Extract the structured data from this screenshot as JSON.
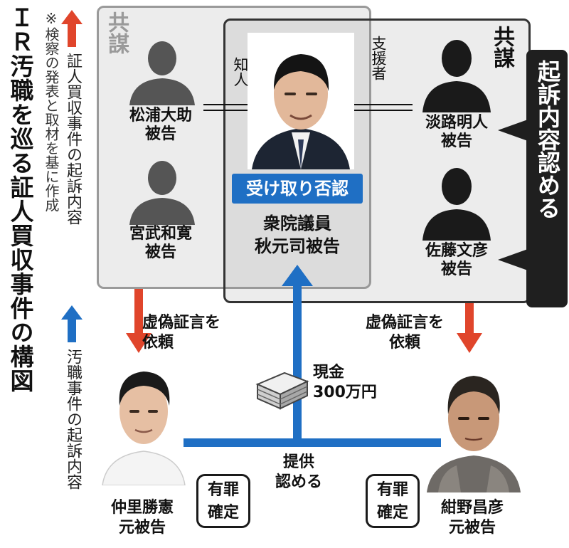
{
  "title": "ＩＲ汚職を巡る証人買収事件の構図",
  "source_note": "※検察の発表と取材を基に作成",
  "legend": {
    "red_arrow_label": "証人買収事件の起訴内容",
    "blue_arrow_label": "汚職事件の起訴内容"
  },
  "groups": {
    "left_conspiracy": "共謀",
    "right_conspiracy": "共謀"
  },
  "people": {
    "matsuura": {
      "name": "松浦大助",
      "role": "被告"
    },
    "miyatake": {
      "name": "宮武和寛",
      "role": "被告"
    },
    "akimoto": {
      "title": "衆院議員",
      "name": "秋元司被告",
      "badge": "受け取り否認"
    },
    "awaji": {
      "name": "淡路明人",
      "role": "被告"
    },
    "sato": {
      "name": "佐藤文彦",
      "role": "被告"
    },
    "nakazato": {
      "name": "仲里勝憲",
      "role": "元被告",
      "status": [
        "有罪",
        "確定"
      ]
    },
    "konno": {
      "name": "紺野昌彦",
      "role": "元被告",
      "status": [
        "有罪",
        "確定"
      ]
    }
  },
  "relations": {
    "acquaintance": "知人",
    "supporter": "支援者",
    "admit": "起訴内容認める"
  },
  "flows": {
    "false_testimony_left": [
      "虚偽証言を",
      "依頼"
    ],
    "false_testimony_right": [
      "虚偽証言を",
      "依頼"
    ],
    "cash": [
      "現金",
      "300万円"
    ],
    "offer": [
      "提供",
      "認める"
    ]
  },
  "colors": {
    "red_arrow": "#e0452b",
    "blue_arrow": "#1f6fc4",
    "badge": "#1f6fc4",
    "box_fill": "#e6e6e6",
    "dark_panel": "#1f1f1f"
  }
}
